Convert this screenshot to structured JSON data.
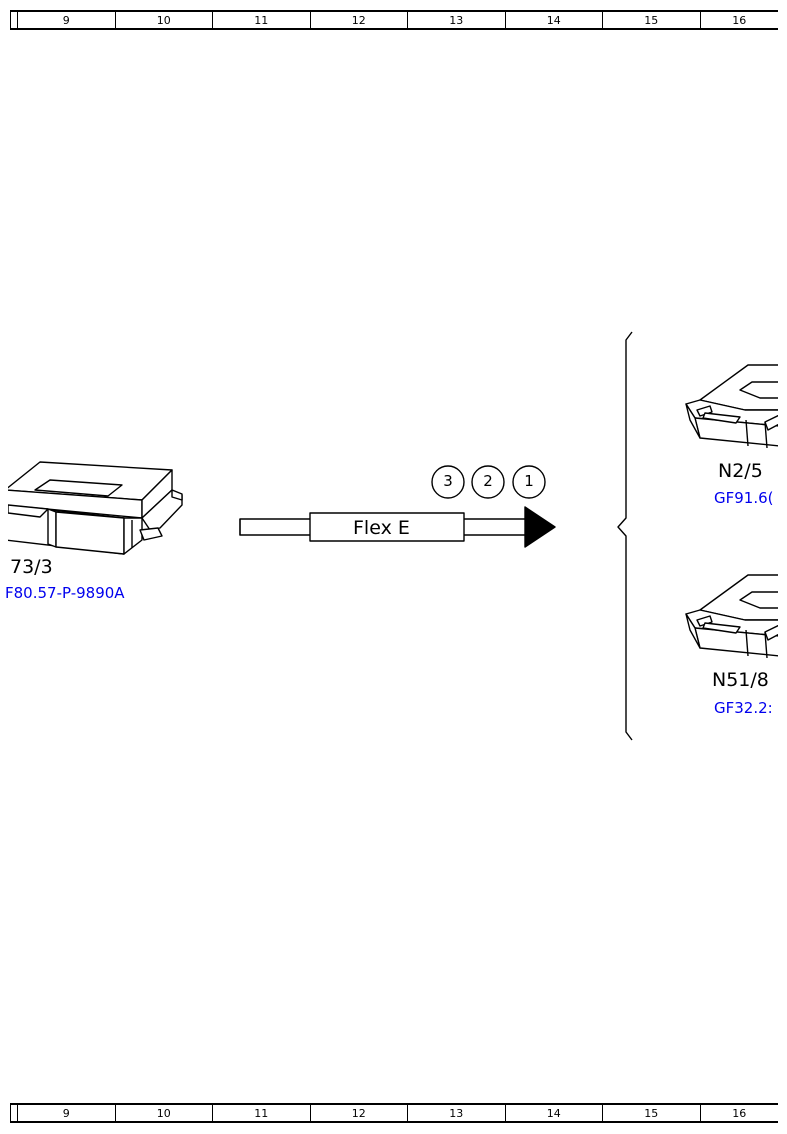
{
  "ruler": {
    "columns": [
      "9",
      "10",
      "11",
      "12",
      "13",
      "14",
      "15",
      "16"
    ]
  },
  "components": {
    "left": {
      "label": "73/3",
      "code": "F80.57-P-9890A"
    },
    "right_top": {
      "label": "N2/5",
      "code": "GF91.6("
    },
    "right_bottom": {
      "label": "N51/8",
      "code": "GF32.2:"
    }
  },
  "connection": {
    "label": "Flex E",
    "badges": [
      "3",
      "2",
      "1"
    ]
  }
}
